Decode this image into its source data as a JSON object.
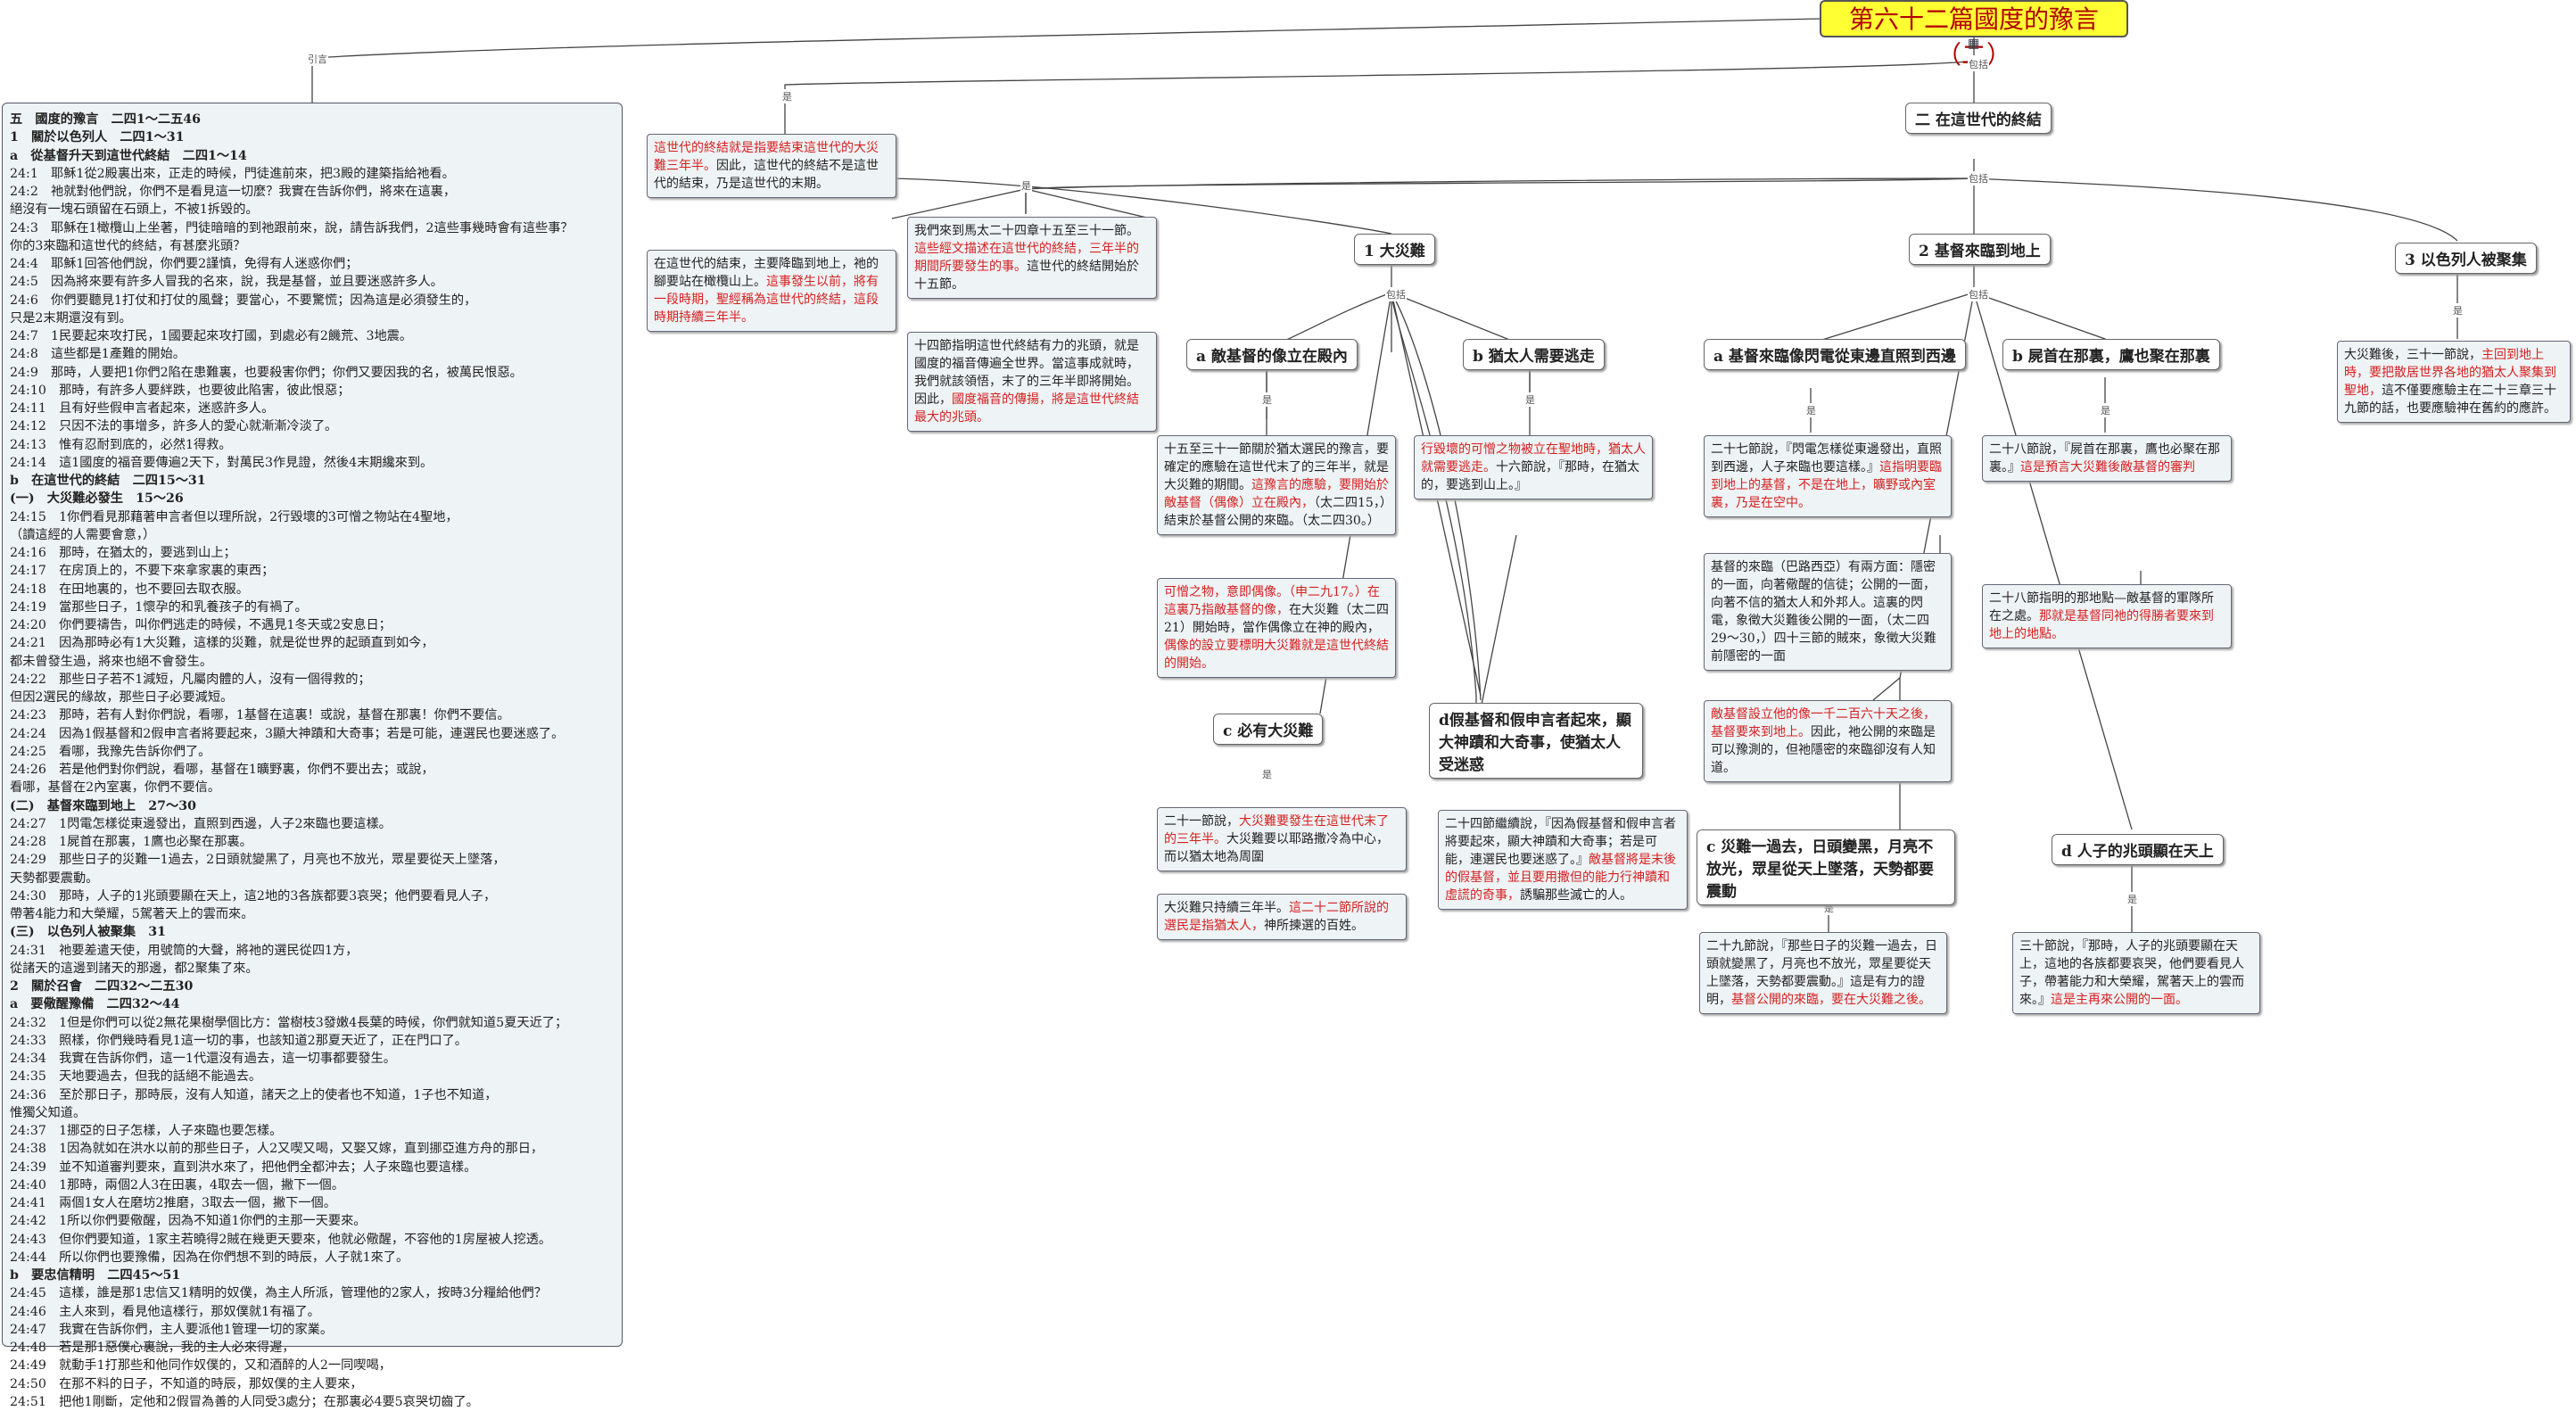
{
  "title": "第六十二篇國度的豫言（二）",
  "edge_labels": {
    "yinyan": "引言",
    "baokuo": "包括",
    "shi": "是"
  },
  "nodes": {
    "n2": "二 在這世代的終結",
    "n1": "1 大災難",
    "n2b": "2 基督來臨到地上",
    "n3": "3 以色列人被聚集",
    "na1": "a 敵基督的像立在殿內",
    "nb1": "b 猶太人需要逃走",
    "nc1": "c 必有大災難",
    "nd1": "d假基督和假申言者起來，顯大神蹟和大奇事，使猶太人受迷惑",
    "na2": "a 基督來臨像閃電從東邊直照到西邊",
    "nb2": "b 屍首在那裏，鷹也聚在那裏",
    "nc2": "c 災難一過去，日頭變黑，月亮不放光，眾星從天上墜落，天勢都要震動",
    "nd2": "d 人子的兆頭顯在天上"
  },
  "notes": {
    "top_a": "這世代的終結就是指要結束這世代的大災難三年半。",
    "top_b": "因此，這世代的終結不是這世代的結束，乃是這世代的末期。",
    "mid_a": "在這世代的結束，主要降臨到地上，祂的腳要站在橄欖山上。",
    "mid_b": "這事發生以前，將有一段時期，聖經稱為這世代的終結，這段時期持續三年半。",
    "lk_a": "我們來到馬太二十四章十五至三十一節。",
    "lk_b": "這些經文描述在這世代的終結，三年半的期間所要發生的事。",
    "lk_c": "這世代的終結開始於十五節。",
    "g14_a": "十四節指明這世代終結有力的兆頭，就是國度的福音傳遍全世界。當這事成就時，我們就該領悟，末了的三年半即將開始。因此，",
    "g14_b": "國度福音的傳揚，將是這世代終結最大的兆頭。",
    "a1_a": "十五至三十一節關於猶太選民的豫言，要確定的應驗在這世代末了的三年半，就是大災難的期間。",
    "a1_b": "這豫言的應驗，要開始於敵基督（偶像）立在殿內，",
    "a1_c": "（太二四15，）結束於基督公開的來臨。（太二四30。）",
    "a2_a": "可憎之物，意即偶像。（申二九17。）在這裏乃指敵基督的像，",
    "a2_b": "在大災難（太二四21）開始時，當作偶像立在神的殿內，",
    "a2_c": "偶像的設立要標明大災難就是這世代終結的開始。",
    "b1_a": "行毀壞的可憎之物被立在聖地時，猶太人就需要逃走。",
    "b1_b": "十六節說，『那時，在猶太的，要逃到山上。』",
    "c1_a": "二十一節說，",
    "c1_b": "大災難要發生在這世代末了的三年半。",
    "c1_c": "大災難要以耶路撒冷為中心，而以猶太地為周圍",
    "c2_a": "大災難只持續三年半。",
    "c2_b": "這二十二節所說的選民是指猶太人，",
    "c2_c": "神所揀選的百姓。",
    "d1_a": "二十四節繼續說，『因為假基督和假申言者將要起來，顯大神蹟和大奇事；若是可能，連選民也要迷惑了。』",
    "d1_b": "敵基督將是末後的假基督，並且要用撒但的能力行神蹟和虛謊的奇事，",
    "d1_c": "誘騙那些滅亡的人。",
    "a3_a": "二十七節說，『閃電怎樣從東邊發出，直照到西邊，人子來臨也要這樣。』",
    "a3_b": "這指明要臨到地上的基督，不是在地上，曠野或內室裏，乃是在空中。",
    "a4": "基督的來臨（巴路西亞）有兩方面：隱密的一面，向著儆醒的信徒；公開的一面，向著不信的猶太人和外邦人。這裏的閃電，象徵大災難後公開的一面，（太二四29～30，）四十三節的賊來，象徵大災難前隱密的一面",
    "a5_a": "敵基督設立他的像一千二百六十天之後，基督要來到地上。",
    "a5_b": "因此，祂公開的來臨是可以豫測的，但祂隱密的來臨卻沒有人知道。",
    "b2_a": "二十八節說，『屍首在那裏，鷹也必聚在那裏。』",
    "b2_b": "這是預言大災難後敵基督的審判",
    "b3_a": "二十八節指明的那地點—敵基督的軍隊所在之處。",
    "b3_b": "那就是基督同祂的得勝者要來到地上的地點。",
    "c3_a": "二十九節說，『那些日子的災難一過去，日頭就變黑了，月亮也不放光，眾星要從天上墜落，天勢都要震動。』這是有力的證明，",
    "c3_b": "基督公開的來臨，要在大災難之後。",
    "d3_a": "三十節說，『那時，人子的兆頭要顯在天上，這地的各族都要哀哭，他們要看見人子，帶著能力和大榮耀，駕著天上的雲而來。』",
    "d3_b": "這是主再來公開的一面。",
    "n3_a": "大災難後，三十一節說，",
    "n3_b": "主回到地上時，要把散居世界各地的猶太人聚集到聖地，",
    "n3_c": "這不僅要應驗主在二十三章三十九節的話，也要應驗神在舊約的應許。"
  },
  "outline": [
    {
      "t": "五　國度的豫言　二四1～二五46",
      "h": true
    },
    {
      "t": "1　關於以色列人　二四1～31",
      "h": true
    },
    {
      "t": "a　從基督升天到這世代終結　二四1～14",
      "h": true
    },
    {
      "t": "24:1　耶穌1從2殿裏出來，正走的時候，門徒進前來，把3殿的建築指給祂看。",
      "h": false
    },
    {
      "t": "24:2　祂就對他們說，你們不是看見這一切麼？我實在告訴你們，將來在這裏，",
      "h": false
    },
    {
      "t": "絕沒有一塊石頭留在石頭上，不被1拆毀的。",
      "h": false
    },
    {
      "t": "24:3　耶穌在1橄欖山上坐著，門徒暗暗的到祂跟前來，說，請告訴我們，2這些事幾時會有這些事？",
      "h": false
    },
    {
      "t": "你的3來臨和這世代的終結，有甚麼兆頭？",
      "h": false
    },
    {
      "t": "24:4　耶穌1回答他們說，你們要2謹慎，免得有人迷惑你們；",
      "h": false
    },
    {
      "t": "24:5　因為將來要有許多人冒我的名來，說，我是基督，並且要迷惑許多人。",
      "h": false
    },
    {
      "t": "24:6　你們要聽見1打仗和打仗的風聲；要當心，不要驚慌；因為這是必須發生的，",
      "h": false
    },
    {
      "t": "只是2末期還沒有到。",
      "h": false
    },
    {
      "t": "24:7　1民要起來攻打民，1國要起來攻打國，到處必有2饑荒、3地震。",
      "h": false
    },
    {
      "t": "24:8　這些都是1產難的開始。",
      "h": false
    },
    {
      "t": "24:9　那時，人要把1你們2陷在患難裏，也要殺害你們；你們又要因我的名，被萬民恨惡。",
      "h": false
    },
    {
      "t": "24:10　那時，有許多人要絆跌，也要彼此陷害，彼此恨惡；",
      "h": false
    },
    {
      "t": "24:11　且有好些假申言者起來，迷惑許多人。",
      "h": false
    },
    {
      "t": "24:12　只因不法的事增多，許多人的愛心就漸漸冷淡了。",
      "h": false
    },
    {
      "t": "24:13　惟有忍耐到底的，必然1得救。",
      "h": false
    },
    {
      "t": "24:14　這1國度的福音要傳遍2天下，對萬民3作見證，然後4末期纔來到。",
      "h": false
    },
    {
      "t": "b　在這世代的終結　二四15～31",
      "h": true
    },
    {
      "t": "(一)　大災難必發生　15～26",
      "h": true
    },
    {
      "t": "24:15　1你們看見那藉著申言者但以理所說，2行毀壞的3可憎之物站在4聖地，",
      "h": false
    },
    {
      "t": "（讀這經的人需要會意，）",
      "h": false
    },
    {
      "t": "24:16　那時，在猶太的，要逃到山上；",
      "h": false
    },
    {
      "t": "24:17　在房頂上的，不要下來拿家裏的東西；",
      "h": false
    },
    {
      "t": "24:18　在田地裏的，也不要回去取衣服。",
      "h": false
    },
    {
      "t": "24:19　當那些日子，1懷孕的和乳養孩子的有禍了。",
      "h": false
    },
    {
      "t": "24:20　你們要禱告，叫你們逃走的時候，不遇見1冬天或2安息日；",
      "h": false
    },
    {
      "t": "24:21　因為那時必有1大災難，這樣的災難，就是從世界的起頭直到如今，",
      "h": false
    },
    {
      "t": "都未曾發生過，將來也絕不會發生。",
      "h": false
    },
    {
      "t": "24:22　那些日子若不1減短，凡屬肉體的人，沒有一個得救的；",
      "h": false
    },
    {
      "t": "但因2選民的緣故，那些日子必要減短。",
      "h": false
    },
    {
      "t": "24:23　那時，若有人對你們說，看哪，1基督在這裏！或說，基督在那裏！你們不要信。",
      "h": false
    },
    {
      "t": "24:24　因為1假基督和2假申言者將要起來，3顯大神蹟和大奇事；若是可能，連選民也要迷惑了。",
      "h": false
    },
    {
      "t": "24:25　看哪，我豫先告訴你們了。",
      "h": false
    },
    {
      "t": "24:26　若是他們對你們說，看哪，基督在1曠野裏，你們不要出去；或說，",
      "h": false
    },
    {
      "t": "看哪，基督在2內室裏，你們不要信。",
      "h": false
    },
    {
      "t": "(二)　基督來臨到地上　27～30",
      "h": true
    },
    {
      "t": "24:27　1閃電怎樣從東邊發出，直照到西邊，人子2來臨也要這樣。",
      "h": false
    },
    {
      "t": "24:28　1屍首在那裏，1鷹也必聚在那裏。",
      "h": false
    },
    {
      "t": "24:29　那些日子的災難一1過去，2日頭就變黑了，月亮也不放光，眾星要從天上墜落，",
      "h": false
    },
    {
      "t": "天勢都要震動。",
      "h": false
    },
    {
      "t": "24:30　那時，人子的1兆頭要顯在天上，這2地的3各族都要3哀哭；他們要看見人子，",
      "h": false
    },
    {
      "t": "帶著4能力和大榮耀，5駕著天上的雲而來。",
      "h": false
    },
    {
      "t": "(三)　以色列人被聚集　31",
      "h": true
    },
    {
      "t": "24:31　祂要差遣天使，用號筒的大聲，將祂的選民從四1方，",
      "h": false
    },
    {
      "t": "從諸天的這邊到諸天的那邊，都2聚集了來。",
      "h": false
    },
    {
      "t": "2　關於召會　二四32～二五30",
      "h": true
    },
    {
      "t": "a　要儆醒豫備　二四32～44",
      "h": true
    },
    {
      "t": "24:32　1但是你們可以從2無花果樹學個比方：當樹枝3發嫩4長葉的時候，你們就知道5夏天近了；",
      "h": false
    },
    {
      "t": "24:33　照樣，你們幾時看見1這一切的事，也該知道2那夏天近了，正在門口了。",
      "h": false
    },
    {
      "t": "24:34　我實在告訴你們，這一1代還沒有過去，這一切事都要發生。",
      "h": false
    },
    {
      "t": "24:35　天地要過去，但我的話絕不能過去。",
      "h": false
    },
    {
      "t": "24:36　至於那日子，那時辰，沒有人知道，諸天之上的使者也不知道，1子也不知道，",
      "h": false
    },
    {
      "t": "惟獨父知道。",
      "h": false
    },
    {
      "t": "24:37　1挪亞的日子怎樣，人子來臨也要怎樣。",
      "h": false
    },
    {
      "t": "24:38　1因為就如在洪水以前的那些日子，人2又喫又喝，又娶又嫁，直到挪亞進方舟的那日，",
      "h": false
    },
    {
      "t": "24:39　並不知道審判要來，直到洪水來了，把他們全都沖去；人子來臨也要這樣。",
      "h": false
    },
    {
      "t": "24:40　1那時，兩個2人3在田裏，4取去一個，撇下一個。",
      "h": false
    },
    {
      "t": "24:41　兩個1女人在磨坊2推磨，3取去一個，撇下一個。",
      "h": false
    },
    {
      "t": "24:42　1所以你們要儆醒，因為不知道1你們的主那一天要來。",
      "h": false
    },
    {
      "t": "24:43　但你們要知道，1家主若曉得2賊在幾更天要來，他就必儆醒，不容他的1房屋被人挖透。",
      "h": false
    },
    {
      "t": "24:44　所以你們也要豫備，因為在你們想不到的時辰，人子就1來了。",
      "h": false
    },
    {
      "t": "b　要忠信精明　二四45～51",
      "h": true
    },
    {
      "t": "24:45　這樣，誰是那1忠信又1精明的奴僕，為主人所派，管理他的2家人，按時3分糧給他們？",
      "h": false
    },
    {
      "t": "24:46　主人來到，看見他這樣行，那奴僕就1有福了。",
      "h": false
    },
    {
      "t": "24:47　我實在告訴你們，主人要派他1管理一切的家業。",
      "h": false
    },
    {
      "t": "24:48　若是那1惡僕心裏說，我的主人必來得遲，",
      "h": false
    },
    {
      "t": "24:49　就動手1打那些和他同作奴僕的，又和酒醉的人2一同喫喝，",
      "h": false
    },
    {
      "t": "24:50　在那不料的日子，不知道的時辰，那奴僕的主人要來，",
      "h": false
    },
    {
      "t": "24:51　把他1剛斷，定他和2假冒為善的人同受3處分；在那裏必4要5哀哭切齒了。",
      "h": false
    }
  ]
}
